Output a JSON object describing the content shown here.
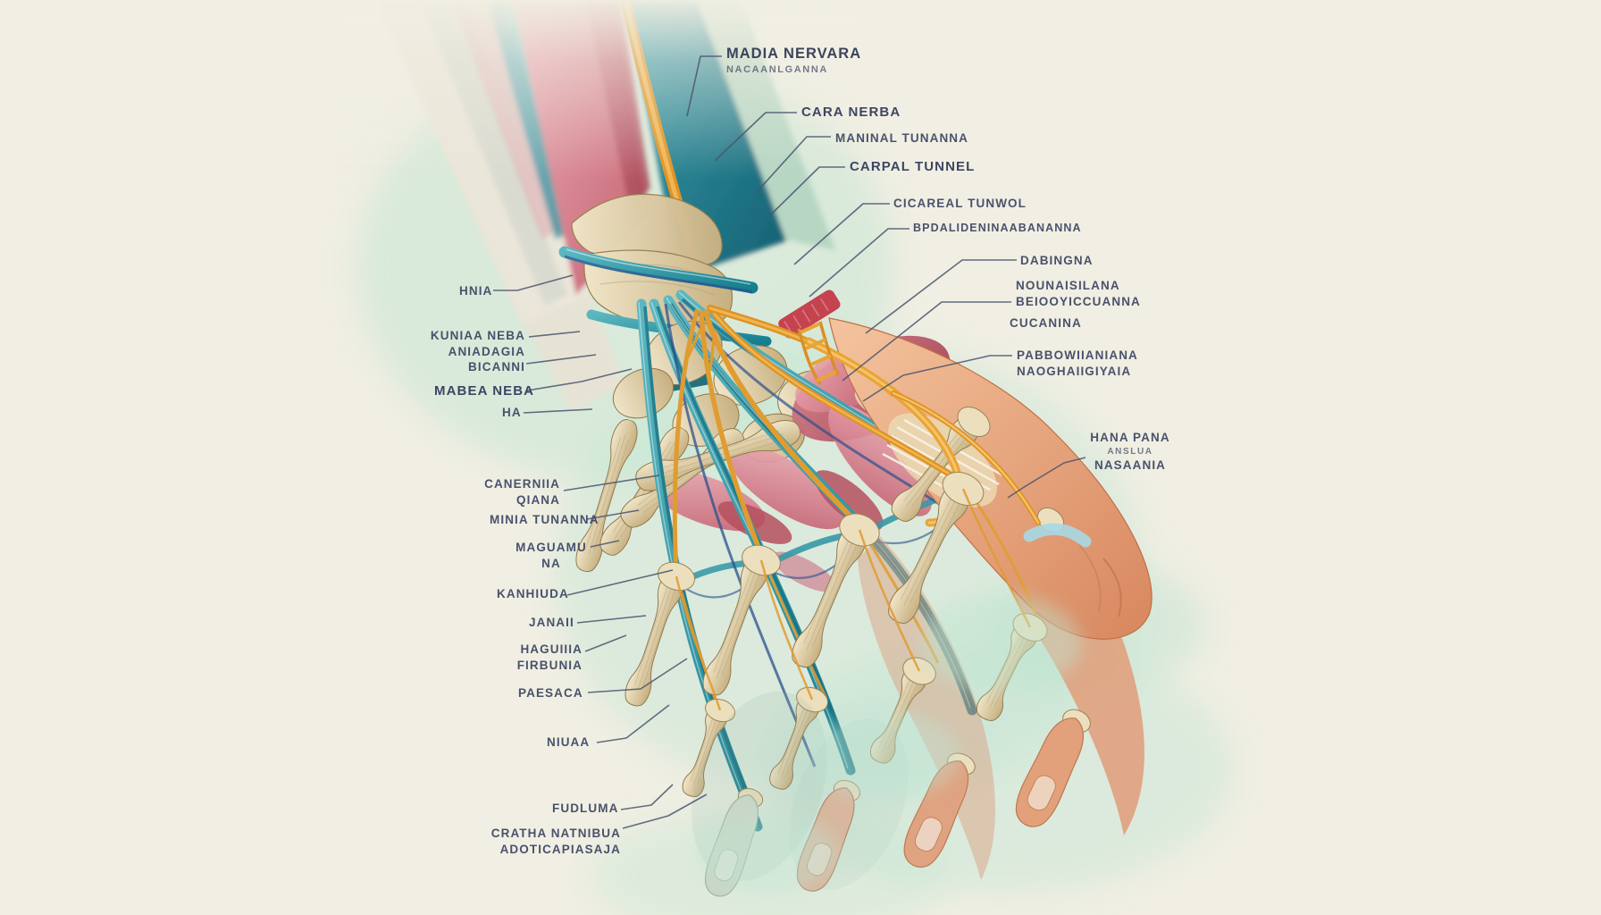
{
  "figure": {
    "title": "Anatomical illustration of the human wrist and hand (carpal tunnel region)",
    "style": "watercolor medical-textbook plate with leader-line annotations",
    "background_color": "#f1efe3",
    "palette": {
      "bone": "#d9c79e",
      "muscle_pink": "#d98d9a",
      "muscle_deep_red": "#b5505e",
      "tendon_teal": "#2892a1",
      "nerve_yellow": "#e8a437",
      "vessel_blue": "#2c4f8e",
      "skin": "#e3a07e",
      "joint_cartilage_blue": "#a8d8e6",
      "halo_green": "#bfe4d1",
      "label_text": "#3d4663",
      "leader_line": "#4a546e"
    }
  },
  "labels": [
    {
      "id": "median-nerve-main",
      "lines": [
        "MADIA NERVARA",
        "NACAANLGANNA"
      ]
    },
    {
      "id": "cara-nerba",
      "lines": [
        "CARA NERBA"
      ]
    },
    {
      "id": "maninal-tunanna",
      "lines": [
        "MANINAL TUNANNA"
      ]
    },
    {
      "id": "carpal-tunnel",
      "lines": [
        "CARPAL TUNNEL"
      ]
    },
    {
      "id": "cicareal-tunwol",
      "lines": [
        "CICAREAL TUNWOL"
      ]
    },
    {
      "id": "bpdalideninaabananna",
      "lines": [
        "BPDALIDENINAABANANNA"
      ]
    },
    {
      "id": "dabingna",
      "lines": [
        "DABINGNA"
      ]
    },
    {
      "id": "nounaisilana",
      "lines": [
        "NOUNAISILANA",
        "BEIOOYICCUANNA"
      ]
    },
    {
      "id": "cucanina",
      "lines": [
        "CUCANINA"
      ]
    },
    {
      "id": "pabbowiianiana",
      "lines": [
        "PABBOWIIANIANA",
        "NAOGHAIIGIYAIA"
      ]
    },
    {
      "id": "hana-pana",
      "lines": [
        "HANA PANA",
        "ANSLUA",
        "NASAANIA"
      ]
    },
    {
      "id": "hnia",
      "lines": [
        "HNIA"
      ]
    },
    {
      "id": "kuniaa-neba",
      "lines": [
        "KUNIAA NEBA",
        "ANIADAGIA",
        "BICANNI"
      ]
    },
    {
      "id": "mabea-neba",
      "lines": [
        "MABEA NEBA"
      ]
    },
    {
      "id": "ha",
      "lines": [
        "HA"
      ]
    },
    {
      "id": "canerniia",
      "lines": [
        "CANERNIIA",
        "QIANA"
      ]
    },
    {
      "id": "minia-tunanna",
      "lines": [
        "MINIA TUNANNA"
      ]
    },
    {
      "id": "maguamu",
      "lines": [
        "MAGUAMU",
        "NA"
      ]
    },
    {
      "id": "kanhiuda",
      "lines": [
        "KANHIUDA"
      ]
    },
    {
      "id": "janaii",
      "lines": [
        "JANAII"
      ]
    },
    {
      "id": "haguiiia",
      "lines": [
        "HAGUIIIA",
        "FIRBUNIA"
      ]
    },
    {
      "id": "paesaca",
      "lines": [
        "PAESACA"
      ]
    },
    {
      "id": "niuaa",
      "lines": [
        "NIUAA"
      ]
    },
    {
      "id": "fudluma",
      "lines": [
        "FUDLUMA"
      ]
    },
    {
      "id": "cratha-natnibua",
      "lines": [
        "CRATHA NATNIBUA",
        "ADOTICAPIASAJA"
      ]
    }
  ]
}
